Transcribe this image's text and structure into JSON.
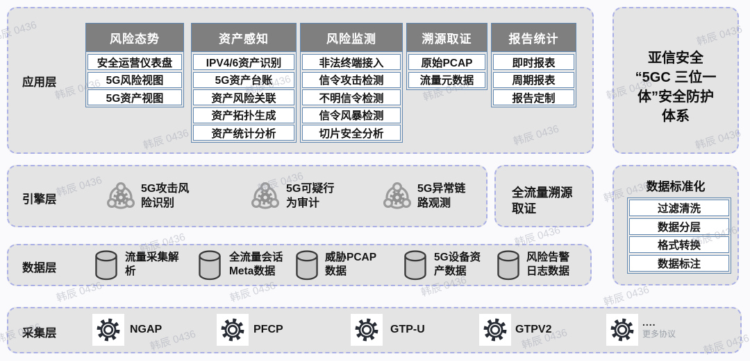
{
  "watermark_text": "韩辰 0436",
  "title_panel": {
    "text": "亚信安全\n“5GC 三位一\n体”安全防护\n体系"
  },
  "app_layer": {
    "label": "应用层",
    "columns": [
      {
        "title": "风险态势",
        "items": [
          "安全运营仪表盘",
          "5G风险视图",
          "5G资产视图"
        ]
      },
      {
        "title": "资产感知",
        "items": [
          "IPV4/6资产识别",
          "5G资产台账",
          "资产风险关联",
          "资产拓扑生成",
          "资产统计分析"
        ]
      },
      {
        "title": "风险监测",
        "items": [
          "非法终端接入",
          "信令攻击检测",
          "不明信令检测",
          "信令风暴检测",
          "切片安全分析"
        ]
      },
      {
        "title": "溯源取证",
        "items": [
          "原始PCAP",
          "流量元数据"
        ]
      },
      {
        "title": "报告统计",
        "items": [
          "即时报表",
          "周期报表",
          "报告定制"
        ]
      }
    ]
  },
  "engine_layer": {
    "label": "引擎层",
    "items": [
      "5G攻击风\n险识别",
      "5G可疑行\n为审计",
      "5G异常链\n路观测"
    ]
  },
  "forensics_panel": {
    "text": "全流量溯源\n取证"
  },
  "standardization_panel": {
    "title": "数据标准化",
    "items": [
      "过滤清洗",
      "数据分层",
      "格式转换",
      "数据标注"
    ]
  },
  "data_layer": {
    "label": "数据层",
    "items": [
      "流量采集解\n析",
      "全流量会话\nMeta数据",
      "威胁PCAP\n数据",
      "5G设备资\n产数据",
      "风险告警\n日志数据"
    ]
  },
  "collection_layer": {
    "label": "采集层",
    "protocols": [
      "NGAP",
      "PFCP",
      "GTP-U",
      "GTPV2"
    ],
    "more_dots": "....",
    "more_label": "更多协议"
  },
  "colors": {
    "panel_fill": "#e4e4e4",
    "dashed_border": "#a9afe5",
    "cell_border": "#5f87b0",
    "header_fill": "#7f7f7f",
    "header_text": "#ffffff"
  }
}
